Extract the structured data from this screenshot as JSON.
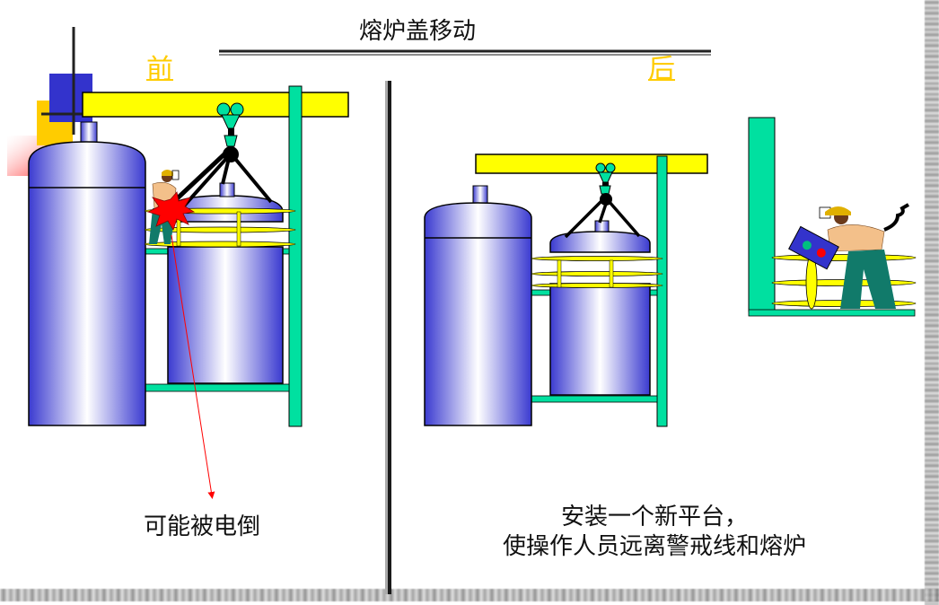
{
  "slide": {
    "title": "熔炉盖移动",
    "before_label": "前",
    "after_label": "后",
    "before_caption": "可能被电倒",
    "after_caption_line1": "安装一个新平台，",
    "after_caption_line2": "使操作人员远离警戒线和熔炉"
  },
  "colors": {
    "crane_beam": "#ffff00",
    "frame": "#00e0a0",
    "furnace_edge": "#3a3ad0",
    "railing": "#ffff00",
    "hazard": "#ff0000",
    "label_accent": "#ffcc00",
    "arrow": "#ff0000"
  },
  "icons": {
    "hazard": "spark-burst-icon",
    "operator": "worker-icon",
    "controller": "remote-control-icon"
  }
}
